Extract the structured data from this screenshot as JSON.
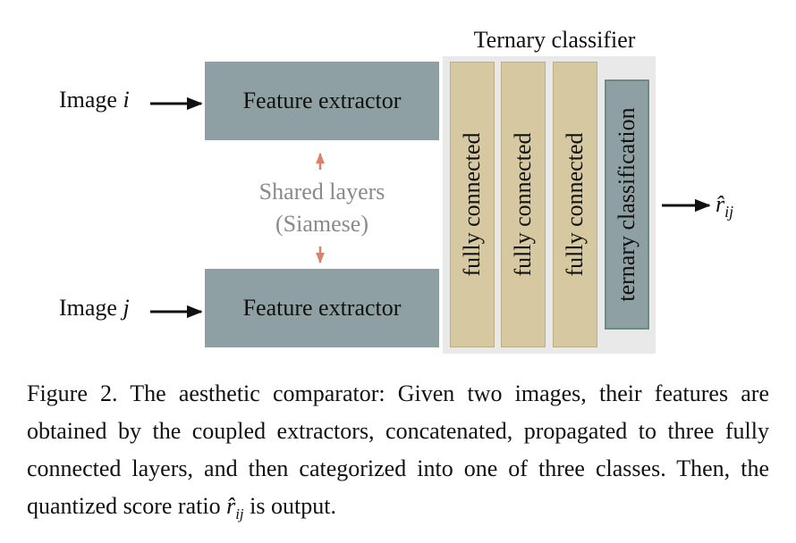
{
  "diagram": {
    "classifier_title": "Ternary classifier",
    "inputs": [
      {
        "prefix": "Image ",
        "var": "i"
      },
      {
        "prefix": "Image ",
        "var": "j"
      }
    ],
    "extractor_label": "Feature extractor",
    "shared_line1": "Shared layers",
    "shared_line2": "(Siamese)",
    "layers": [
      "fully connected",
      "fully connected",
      "fully connected"
    ],
    "output_layer": "ternary classification",
    "output_symbol": "r̂",
    "output_subscript": "ij"
  },
  "caption": {
    "text": "Figure 2. The aesthetic comparator: Given two images, their features are obtained by the coupled extractors, concatenated, propagated to three fully connected layers, and then categorized into one of three classes. Then, the quantized score ratio ",
    "symbol": "r̂",
    "subscript": "ij",
    "tail": " is output."
  },
  "colors": {
    "extractor": "#8ea0a3",
    "fc_layer": "#d6c8a0",
    "panel": "#e9e9e9",
    "shared_arrow": "#d9826a"
  }
}
